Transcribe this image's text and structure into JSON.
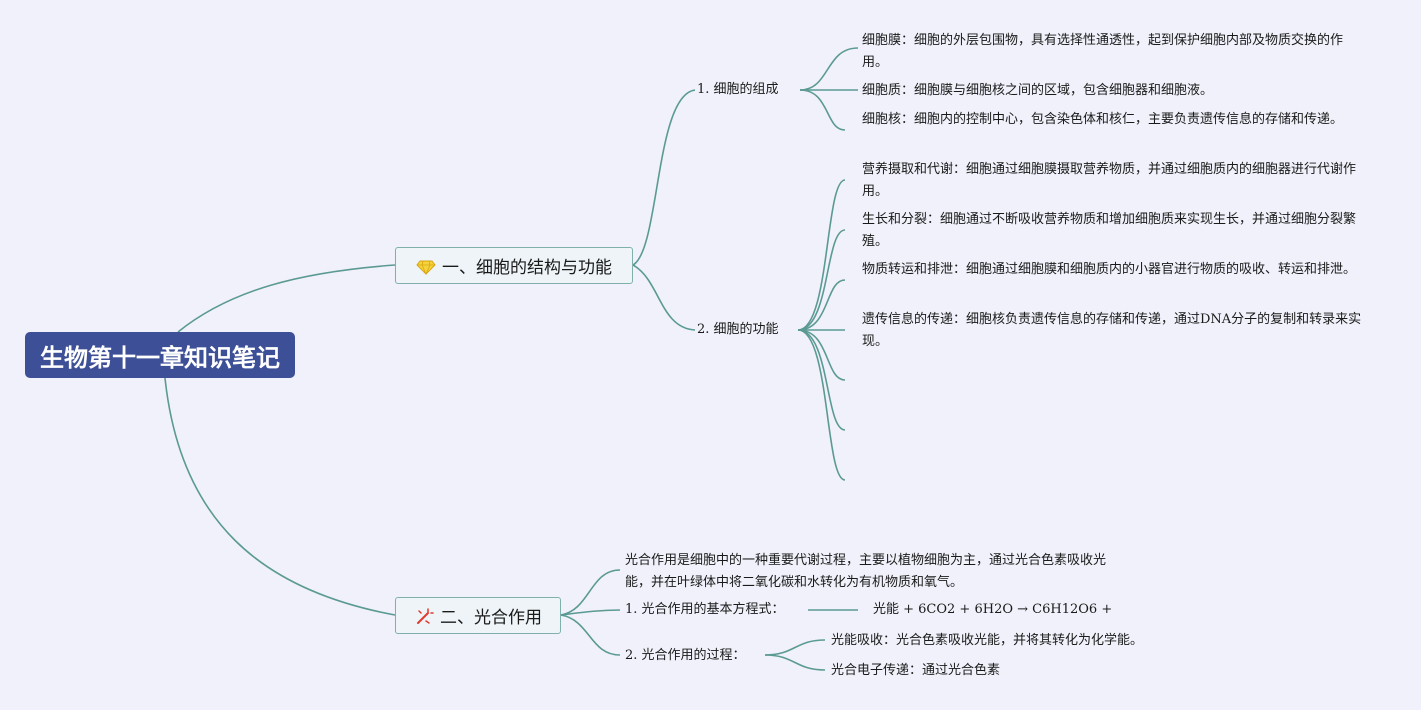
{
  "root": {
    "title": "生物第十一章知识笔记"
  },
  "branch1": {
    "title": "一、细胞的结构与功能",
    "icon": "gem-icon",
    "composition": {
      "label": "1. 细胞的组成",
      "items": [
        "细胞膜：细胞的外层包围物，具有选择性通透性，起到保护细胞内部及物质交换的作用。",
        "细胞质：细胞膜与细胞核之间的区域，包含细胞器和细胞液。",
        "细胞核：细胞内的控制中心，包含染色体和核仁，主要负责遗传信息的存储和传递。"
      ]
    },
    "function": {
      "label": "2. 细胞的功能",
      "items": [
        "营养摄取和代谢：细胞通过细胞膜摄取营养物质，并通过细胞质内的细胞器进行代谢作用。",
        "生长和分裂：细胞通过不断吸收营养物质和增加细胞质来实现生长，并通过细胞分裂繁殖。",
        "物质转运和排泄：细胞通过细胞膜和细胞质内的小器官进行物质的吸收、转运和排泄。",
        "遗传信息的传递：细胞核负责遗传信息的存储和传递，通过DNA分子的复制和转录来实现。",
        "",
        "",
        ""
      ]
    }
  },
  "branch2": {
    "title": "二、光合作用",
    "icon": "sparkle-icon",
    "intro": "光合作用是细胞中的一种重要代谢过程，主要以植物细胞为主，通过光合色素吸收光能，并在叶绿体中将二氧化碳和水转化为有机物质和氧气。",
    "equation": {
      "label": "1. 光合作用的基本方程式：",
      "value": "光能 + 6CO2 + 6H2O → C6H12O6 +"
    },
    "process": {
      "label": "2. 光合作用的过程：",
      "items": [
        "光能吸收：光合色素吸收光能，并将其转化为化学能。",
        "光合电子传递：通过光合色素"
      ]
    }
  },
  "colors": {
    "root_bg": "#3d4f96",
    "link": "#5b9a93",
    "background": "#f0f1fa",
    "node_border": "#7fb0ab"
  }
}
